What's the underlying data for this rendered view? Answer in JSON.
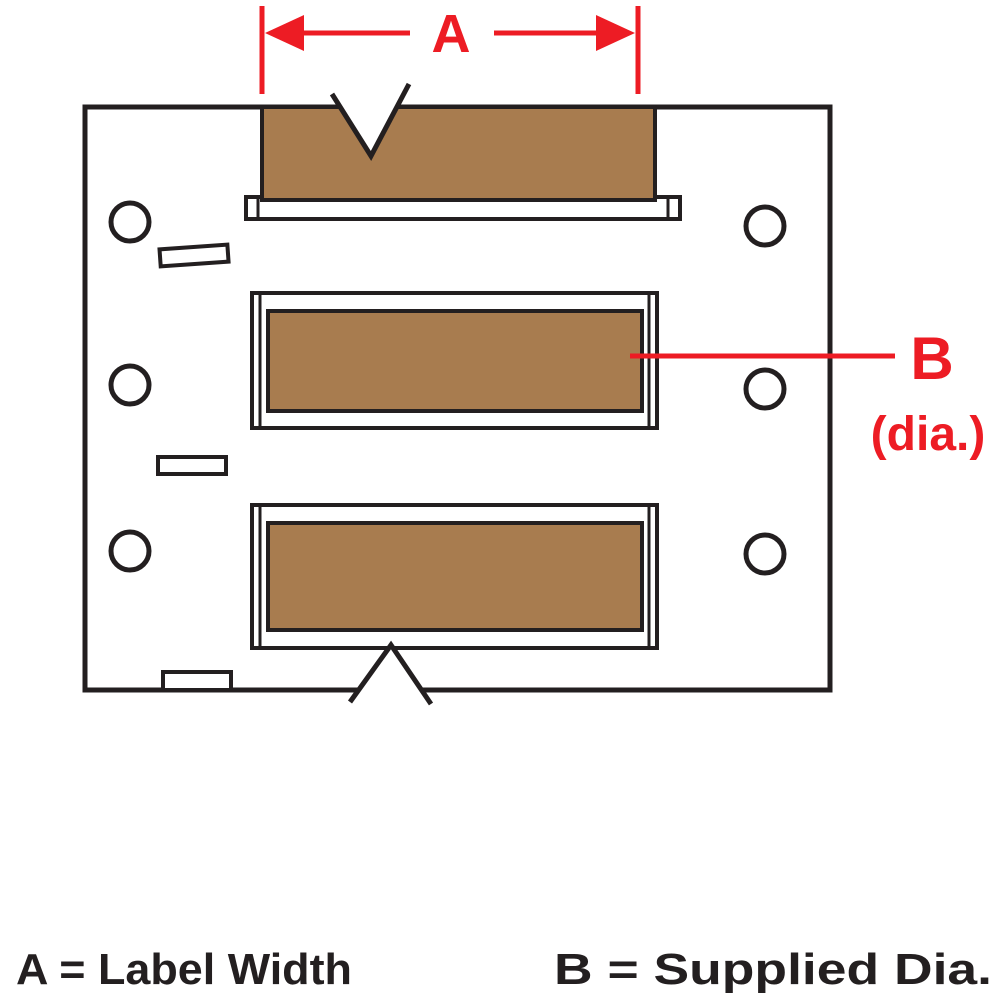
{
  "diagram": {
    "title": "wire-marker-sleeve-dimension-diagram",
    "dimension_a": {
      "label": "A"
    },
    "dimension_b": {
      "label": "B",
      "sublabel": "(dia.)"
    },
    "legend": {
      "a": "A = Label Width",
      "b": "B = Supplied Dia."
    },
    "colors": {
      "accent_red": "#ED1C24",
      "sleeve_brown": "#A87C4F",
      "line_black": "#231F20",
      "background": "#FFFFFF"
    }
  }
}
